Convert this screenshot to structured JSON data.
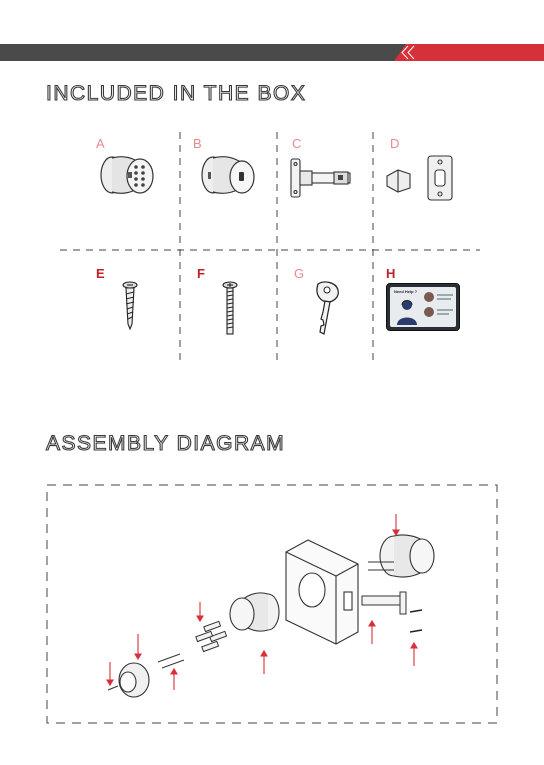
{
  "section1": {
    "title": "INCLUDED IN THE BOX",
    "items": [
      {
        "letter": "A",
        "name": "keypad knob"
      },
      {
        "letter": "B",
        "name": "interior knob"
      },
      {
        "letter": "C",
        "name": "latch"
      },
      {
        "letter": "D",
        "name": "strike plate"
      },
      {
        "letter": "E",
        "name": "wood screw"
      },
      {
        "letter": "F",
        "name": "mounting screw"
      },
      {
        "letter": "G",
        "name": "key"
      },
      {
        "letter": "H",
        "name": "card"
      }
    ]
  },
  "card": {
    "heading": "Need Help ?"
  },
  "section2": {
    "title": "ASSEMBLY DIAGRAM"
  },
  "colors": {
    "accent": "#d6313a",
    "bar": "#4a4a4a",
    "outline": "#3a3a3a"
  }
}
